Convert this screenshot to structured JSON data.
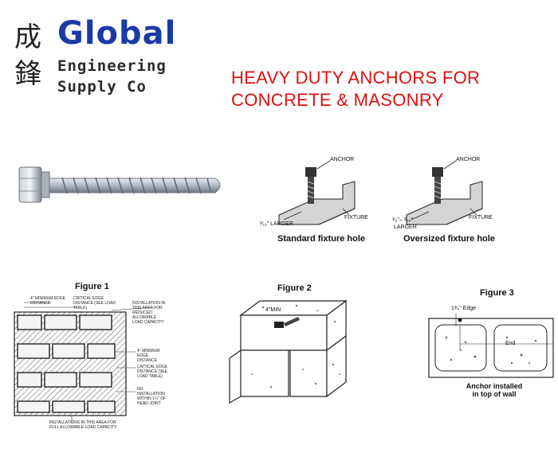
{
  "logo": {
    "cjk_char_1": "成",
    "cjk_char_2": "鋒",
    "brand_name": "Global",
    "brand_line_1": "Engineering",
    "brand_line_2": "Supply Co"
  },
  "headline": {
    "line_1": "HEAVY DUTY ANCHORS FOR",
    "line_2": "CONCRETE & MASONRY"
  },
  "fixture_diagrams": {
    "standard": {
      "anchor_label": "ANCHOR",
      "fixture_label": "FIXTURE",
      "size_label": "¹⁄₁₆\" LARGER",
      "caption": "Standard fixture hole"
    },
    "oversized": {
      "anchor_label": "ANCHOR",
      "fixture_label": "FIXTURE",
      "size_label_1": "¹⁄₈\"– ³⁄₁₆\"",
      "size_label_2": "LARGER",
      "caption": "Oversized fixture hole"
    }
  },
  "figure1": {
    "title": "Figure 1",
    "label_min_edge_top": "4\" MINIMUM EDGE DISTANCE",
    "label_critical_top": "CRITICAL EDGE DISTANCE (SEE LOAD TABLE)",
    "label_install_area": "INSTALLATION IN THIS AREA FOR REDUCED ALLOWABLE LOAD CAPACITY",
    "label_min_edge_side": "4\" MINIMUM EDGE DISTANCE",
    "label_critical_side": "CRITICAL EDGE DISTANCE (SEE LOAD TABLE)",
    "label_no_install": "NO INSTALLATION WITHIN 1¼\" OF HEAD JOINT",
    "label_full_capacity": "INSTALLATIONS IN THIS AREA FOR FULL ALLOWABLE LOAD CAPACITY"
  },
  "figure2": {
    "title": "Figure 2",
    "edge_label": "4\"MIN"
  },
  "figure3": {
    "title": "Figure 3",
    "edge_label": "1³⁄₄\" Edge",
    "end_label": "End",
    "caption_1": "Anchor installed",
    "caption_2": "in top of wall"
  },
  "colors": {
    "brand_blue": "#1a3aa8",
    "headline_red": "#e01010"
  }
}
